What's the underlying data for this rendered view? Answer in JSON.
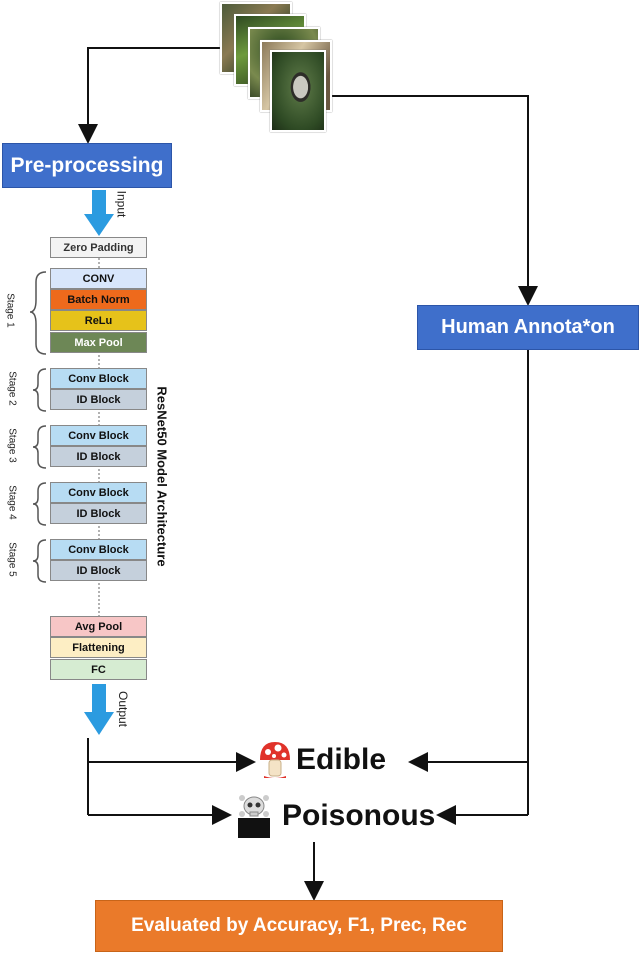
{
  "boxes": {
    "preprocessing": "Pre-processing",
    "human_annotation": "Human Annota*on",
    "evaluation": "Evaluated by Accuracy, F1, Prec, Rec"
  },
  "arrows": {
    "input": "Input",
    "output": "Output"
  },
  "model_title": "ResNet50 Model Architecture",
  "layers": {
    "zero_padding": "Zero  Padding",
    "conv": "CONV",
    "batch_norm": "Batch Norm",
    "relu": "ReLu",
    "max_pool": "Max Pool",
    "conv_block": "Conv Block",
    "id_block": "ID Block",
    "avg_pool": "Avg Pool",
    "flattening": "Flattening",
    "fc": "FC"
  },
  "stages": {
    "s1": "Stage 1",
    "s2": "Stage 2",
    "s3": "Stage 3",
    "s4": "Stage 4",
    "s5": "Stage 5"
  },
  "outcomes": {
    "edible": "Edible",
    "poisonous": "Poisonous"
  },
  "colors": {
    "blue_box": "#3f6fcb",
    "arrow_blue": "#2b9be0",
    "conv": "#d8e6fb",
    "batch_norm": "#ee6a1c",
    "relu": "#e6c21a",
    "max_pool": "#6d8756",
    "block": "#b7dcf3",
    "id_block": "#c5d0dc",
    "avg_pool": "#f7c6c6",
    "flattening": "#fdeec4",
    "fc": "#d6ecd2",
    "eval": "#ea7a2a"
  },
  "icons": [
    "mushroom-icon",
    "skull-icon"
  ]
}
